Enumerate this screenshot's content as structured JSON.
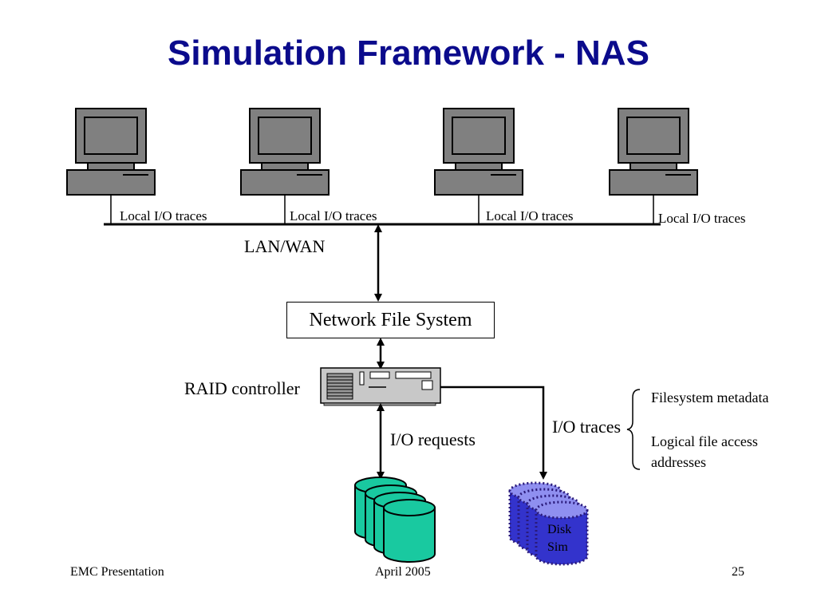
{
  "title": "Simulation Framework - NAS",
  "computers": [
    {
      "icon": "desktop-computer-icon",
      "trace_label": "Local I/O traces"
    },
    {
      "icon": "desktop-computer-icon",
      "trace_label": "Local I/O traces"
    },
    {
      "icon": "desktop-computer-icon",
      "trace_label": "Local I/O traces"
    },
    {
      "icon": "desktop-computer-icon",
      "trace_label": "Local I/O traces"
    }
  ],
  "network_label": "LAN/WAN",
  "nfs_label": "Network File System",
  "raid_label": "RAID controller",
  "io_requests_label": "I/O requests",
  "io_traces_label": "I/O traces",
  "trace_contents": [
    "Filesystem metadata",
    "Logical file access",
    "addresses"
  ],
  "disksim_lines": [
    "Disk",
    "Sim"
  ],
  "footer": {
    "left": "EMC Presentation",
    "center": "April 2005",
    "right": "25"
  },
  "colors": {
    "title": "#0b0b8c",
    "computer": "#808080",
    "physical_disks": "#19c9a0",
    "disksim": "#3333cc",
    "disksim_stroke": "#2a1a7a"
  }
}
